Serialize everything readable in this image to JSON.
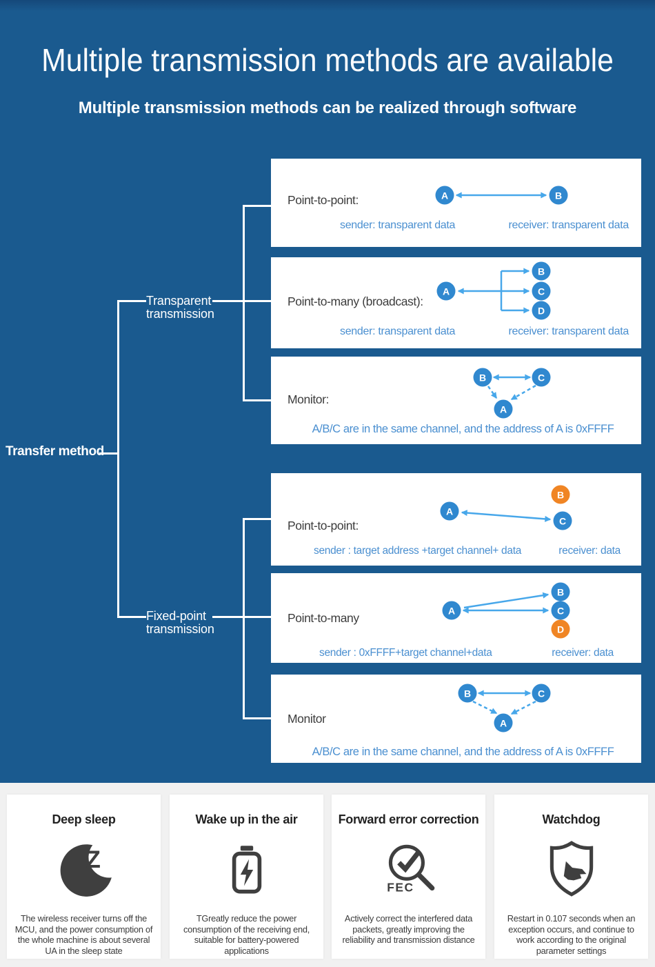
{
  "header": {
    "title": "Multiple transmission methods are available",
    "subtitle": "Multiple transmission methods can be realized through software"
  },
  "tree": {
    "root_label": "Transfer method",
    "branch_transparent_label": "Transparent\ntransmission",
    "branch_fixed_label": "Fixed-point\ntransmission"
  },
  "boxes": [
    {
      "label": "Point-to-point:",
      "sender": "sender: transparent data",
      "receiver": "receiver: transparent data",
      "nodes": [
        {
          "label": "A"
        },
        {
          "label": "B"
        }
      ]
    },
    {
      "label": "Point-to-many (broadcast):",
      "sender": "sender: transparent data",
      "receiver": "receiver: transparent data",
      "nodes": [
        {
          "label": "A"
        },
        {
          "label": "B"
        },
        {
          "label": "C"
        },
        {
          "label": "D"
        }
      ]
    },
    {
      "label": "Monitor:",
      "note": "A/B/C are in the same channel, and the address of A is 0xFFFF",
      "nodes": [
        {
          "label": "B"
        },
        {
          "label": "C"
        },
        {
          "label": "A"
        }
      ]
    },
    {
      "label": "Point-to-point:",
      "sender": "sender : target address +target channel+ data",
      "receiver": "receiver: data",
      "nodes": [
        {
          "label": "A"
        },
        {
          "label": "B"
        },
        {
          "label": "C"
        }
      ]
    },
    {
      "label": "Point-to-many",
      "sender": "sender : 0xFFFF+target channel+data",
      "receiver": "receiver: data",
      "nodes": [
        {
          "label": "A"
        },
        {
          "label": "B"
        },
        {
          "label": "C"
        },
        {
          "label": "D"
        }
      ]
    },
    {
      "label": "Monitor",
      "note": "A/B/C are in the same channel, and the address of A is 0xFFFF",
      "nodes": [
        {
          "label": "B"
        },
        {
          "label": "C"
        },
        {
          "label": "A"
        }
      ]
    }
  ],
  "features": [
    {
      "title": "Deep sleep",
      "icon": "sleep-moon-icon",
      "icon_text": "Z",
      "description": "The wireless receiver turns off the\nMCU, and the power consumption of\nthe whole machine is about several\nUA in the sleep state"
    },
    {
      "title": "Wake up in the air",
      "icon": "battery-bolt-icon",
      "description": "TGreatly reduce the power\nconsumption of the receiving end,\nsuitable for battery-powered\napplications"
    },
    {
      "title": "Forward error correction",
      "icon": "fec-magnifier-icon",
      "icon_text": "FEC",
      "description": "Actively correct the interfered data\npackets, greatly improving the\nreliability and transmission distance"
    },
    {
      "title": "Watchdog",
      "icon": "watchdog-shield-icon",
      "description": "Restart in 0.107 seconds when an\nexception occurs, and continue to\nwork according to the original\nparameter settings"
    }
  ],
  "colors": {
    "background_blue": "#1a5a8f",
    "node_blue": "#3088cf",
    "node_orange": "#f08524",
    "arrow_blue": "#47a7ea",
    "caption_blue": "#4a8fd0",
    "bottom_gray": "#f1f1f1",
    "icon_gray": "#3f3f3f"
  }
}
